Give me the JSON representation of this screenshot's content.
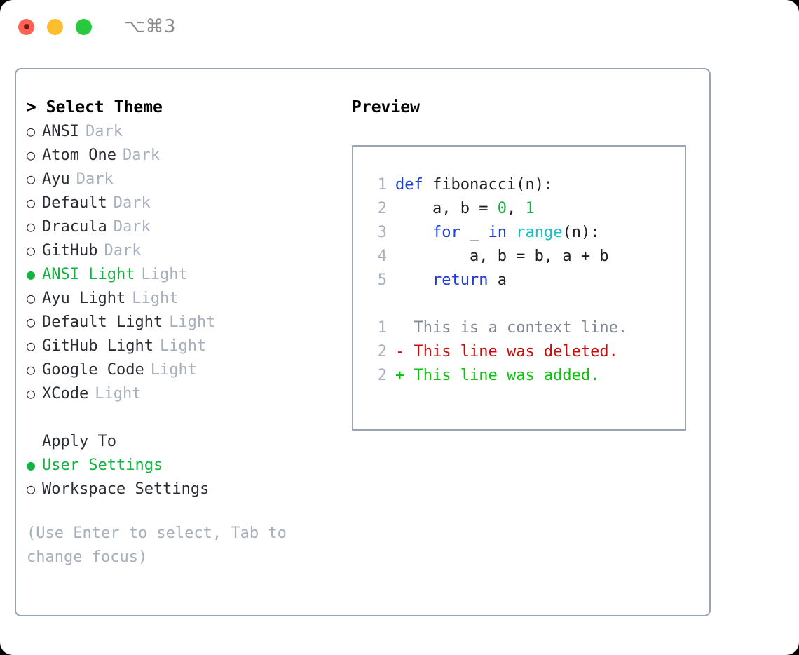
{
  "titlebar": {
    "traffic_lights": [
      {
        "name": "close",
        "color": "#fd6258"
      },
      {
        "name": "minimize",
        "color": "#fcbd2e"
      },
      {
        "name": "zoom",
        "color": "#27c93f"
      }
    ],
    "shortcut_label": "⌥⌘3"
  },
  "left_pane": {
    "header": "> Select Theme",
    "themes": [
      {
        "bullet": "○",
        "name": "ANSI",
        "kind": "Dark",
        "selected": false
      },
      {
        "bullet": "○",
        "name": "Atom One",
        "kind": "Dark",
        "selected": false
      },
      {
        "bullet": "○",
        "name": "Ayu",
        "kind": "Dark",
        "selected": false
      },
      {
        "bullet": "○",
        "name": "Default",
        "kind": "Dark",
        "selected": false
      },
      {
        "bullet": "○",
        "name": "Dracula",
        "kind": "Dark",
        "selected": false
      },
      {
        "bullet": "○",
        "name": "GitHub",
        "kind": "Dark",
        "selected": false
      },
      {
        "bullet": "●",
        "name": "ANSI Light",
        "kind": "Light",
        "selected": true
      },
      {
        "bullet": "○",
        "name": "Ayu Light",
        "kind": "Light",
        "selected": false
      },
      {
        "bullet": "○",
        "name": "Default Light",
        "kind": "Light",
        "selected": false
      },
      {
        "bullet": "○",
        "name": "GitHub Light",
        "kind": "Light",
        "selected": false
      },
      {
        "bullet": "○",
        "name": "Google Code",
        "kind": "Light",
        "selected": false
      },
      {
        "bullet": "○",
        "name": "XCode",
        "kind": "Light",
        "selected": false
      }
    ],
    "apply_to": {
      "header": "Apply To",
      "options": [
        {
          "bullet": "●",
          "name": "User Settings",
          "selected": true
        },
        {
          "bullet": "○",
          "name": "Workspace Settings",
          "selected": false
        }
      ]
    },
    "hint": "(Use Enter to select, Tab to change focus)"
  },
  "right_pane": {
    "header": "Preview",
    "code_lines": [
      {
        "num": "1",
        "tokens": [
          {
            "t": "def",
            "c": "kw"
          },
          {
            "t": " fibonacci(n):",
            "c": "plain"
          }
        ]
      },
      {
        "num": "2",
        "tokens": [
          {
            "t": "    a, b = ",
            "c": "plain"
          },
          {
            "t": "0",
            "c": "num"
          },
          {
            "t": ", ",
            "c": "plain"
          },
          {
            "t": "1",
            "c": "num"
          }
        ]
      },
      {
        "num": "3",
        "tokens": [
          {
            "t": "    ",
            "c": "plain"
          },
          {
            "t": "for",
            "c": "kw"
          },
          {
            "t": " _ ",
            "c": "plain"
          },
          {
            "t": "in",
            "c": "kw"
          },
          {
            "t": " ",
            "c": "plain"
          },
          {
            "t": "range",
            "c": "fn"
          },
          {
            "t": "(n):",
            "c": "plain"
          }
        ]
      },
      {
        "num": "4",
        "tokens": [
          {
            "t": "        a, b = b, a + b",
            "c": "plain"
          }
        ]
      },
      {
        "num": "5",
        "tokens": [
          {
            "t": "    ",
            "c": "plain"
          },
          {
            "t": "return",
            "c": "kw"
          },
          {
            "t": " a",
            "c": "plain"
          }
        ]
      }
    ],
    "diff_lines": [
      {
        "num": "1",
        "marker": "  ",
        "text": "This is a context line.",
        "kind": "ctx"
      },
      {
        "num": "2",
        "marker": "- ",
        "text": "This line was deleted.",
        "kind": "del"
      },
      {
        "num": "2",
        "marker": "+ ",
        "text": "This line was added.",
        "kind": "add"
      }
    ]
  },
  "colors": {
    "accent_green": "#12b340",
    "muted_grey": "#a7afbd",
    "border": "#98a4b5",
    "keyword_blue": "#1b3fd8",
    "function_cyan": "#16c1c9",
    "number_green": "#12b340",
    "diff_delete_red": "#cc0b0b",
    "diff_add_green": "#09c409"
  }
}
